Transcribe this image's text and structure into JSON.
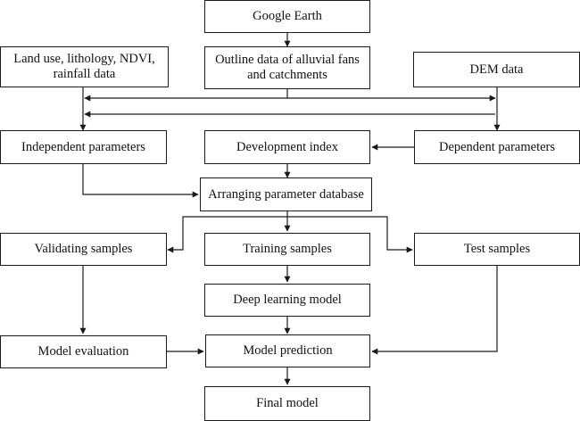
{
  "diagram": {
    "nodes": {
      "google_earth": "Google Earth",
      "land_use": "Land use, lithology, NDVI, rainfall data",
      "outline": "Outline data of alluvial fans and catchments",
      "dem": "DEM data",
      "independent": "Independent parameters",
      "development": "Development index",
      "dependent": "Dependent parameters",
      "arranging": "Arranging parameter database",
      "validating": "Validating samples",
      "training": "Training samples",
      "test": "Test samples",
      "deep_learning": "Deep learning model",
      "evaluation": "Model evaluation",
      "prediction": "Model prediction",
      "final": "Final model"
    },
    "edges": [
      [
        "google_earth",
        "outline"
      ],
      [
        "outline",
        "land_use"
      ],
      [
        "outline",
        "dem"
      ],
      [
        "dem",
        "land_use"
      ],
      [
        "land_use",
        "independent"
      ],
      [
        "dem",
        "dependent"
      ],
      [
        "dependent",
        "development"
      ],
      [
        "independent",
        "arranging"
      ],
      [
        "development",
        "arranging"
      ],
      [
        "arranging",
        "validating"
      ],
      [
        "arranging",
        "training"
      ],
      [
        "arranging",
        "test"
      ],
      [
        "training",
        "deep_learning"
      ],
      [
        "deep_learning",
        "prediction"
      ],
      [
        "validating",
        "evaluation"
      ],
      [
        "evaluation",
        "prediction"
      ],
      [
        "test",
        "prediction"
      ],
      [
        "prediction",
        "final"
      ]
    ],
    "colors": {
      "line": "#1a1a1a",
      "box_fill": "#ffffff",
      "text": "#111111"
    }
  }
}
